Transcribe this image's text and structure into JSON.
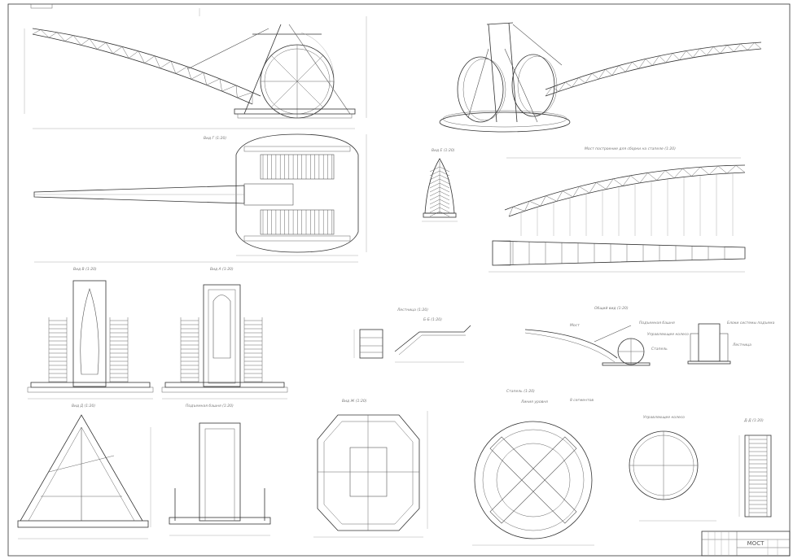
{
  "sheet": {
    "title_block": {
      "name": "МОСТ"
    }
  },
  "views": {
    "plan": "Вид Г (1:20)",
    "view_e": "Вид Е (1:20)",
    "bridge_stapel": "Мост построение для сборки на стапеле (1:20)",
    "view_v": "Вид В (1:20)",
    "view_a": "Вид А (1:20)",
    "ladder": "Лестница (1:20)",
    "section_bb": "Б-Б (1:20)",
    "general": "Общий вид (1:20)",
    "view_d": "Вид Д (1:20)",
    "tower": "Подъемная башня (1:20)",
    "view_zh": "Вид Ж (1:20)",
    "stapel": "Стапель (1:20)",
    "wheel": "Управляющее колесо",
    "section_dd": "Д-Д (1:20)"
  },
  "callouts": {
    "bridge": "Мост",
    "lift_tower": "Подъемная башня",
    "control_wheel": "Управляющее колесо",
    "stapel": "Стапель",
    "lift_blocks": "Блоки системы подъема",
    "ladder": "Лестница",
    "level_line": "Линия уровня",
    "segments": "8 сегментов"
  }
}
